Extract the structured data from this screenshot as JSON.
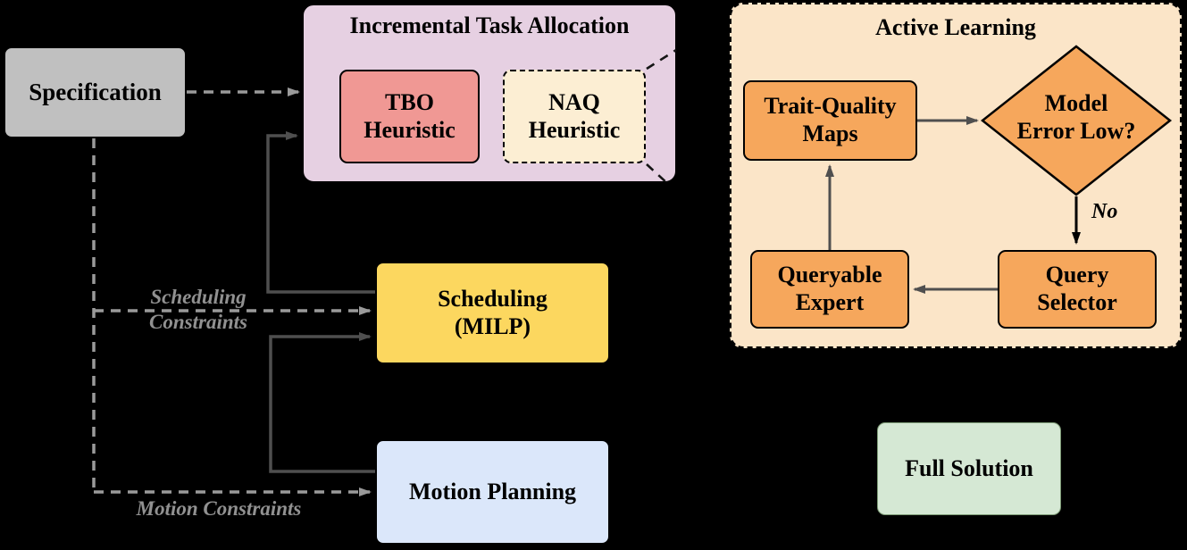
{
  "colors": {
    "background": "#000000",
    "gray_box": "#c0c0c0",
    "purple_container": "#e6d0e2",
    "salmon_box": "#f09894",
    "cream_box": "#fceed3",
    "yellow_box": "#fcd75f",
    "blue_box": "#dbe7fa",
    "green_box": "#d5e8d4",
    "peach_container": "#fbe5c8",
    "orange_box": "#f6a75c",
    "dashed_arrow": "#9a9a9a",
    "solid_arrow": "#4f4f4f",
    "label_gray": "#919191"
  },
  "nodes": {
    "specification": {
      "label": "Specification"
    },
    "incremental_task_allocation": {
      "title": "Incremental Task Allocation"
    },
    "tbo_heuristic": {
      "lines": [
        "TBO",
        "Heuristic"
      ]
    },
    "naq_heuristic": {
      "lines": [
        "NAQ",
        "Heuristic"
      ]
    },
    "scheduling": {
      "lines": [
        "Scheduling",
        "(MILP)"
      ]
    },
    "motion_planning": {
      "label": "Motion Planning"
    },
    "active_learning": {
      "title": "Active Learning"
    },
    "trait_quality_maps": {
      "lines": [
        "Trait-Quality",
        "Maps"
      ]
    },
    "model_error_low": {
      "lines": [
        "Model",
        "Error Low?"
      ]
    },
    "query_selector": {
      "lines": [
        "Query",
        "Selector"
      ]
    },
    "queryable_expert": {
      "lines": [
        "Queryable",
        "Expert"
      ]
    },
    "full_solution": {
      "label": "Full Solution"
    }
  },
  "edge_labels": {
    "scheduling_constraints_lines": [
      "Scheduling",
      "Constraints"
    ],
    "motion_constraints": "Motion Constraints",
    "decision_no": "No"
  }
}
